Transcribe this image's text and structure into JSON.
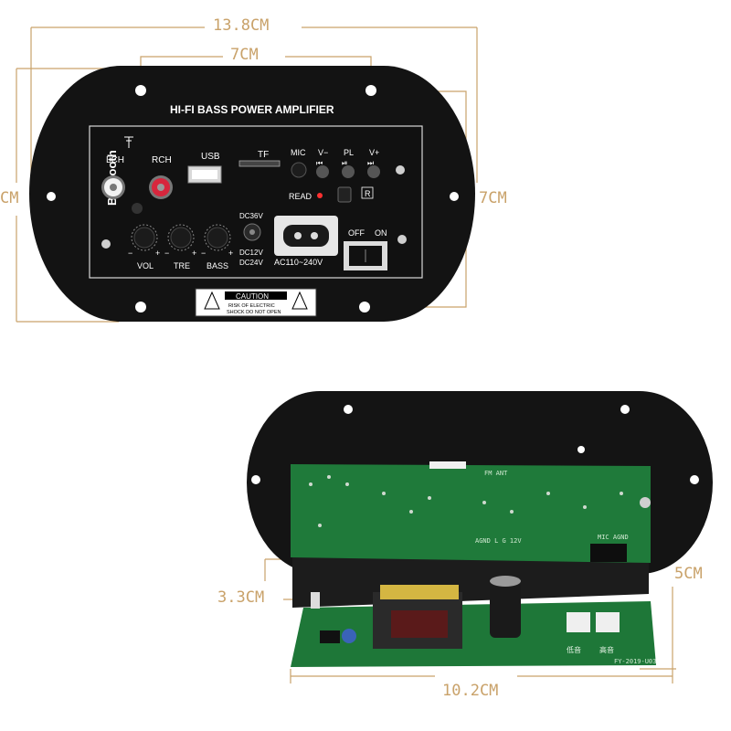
{
  "dimensions": {
    "top_width": "13.8CM",
    "hole_spacing": "7CM",
    "left_height": "CM",
    "right_height": "7CM",
    "board_depth": "3.3CM",
    "board_height": "5CM",
    "board_width": "10.2CM"
  },
  "panel": {
    "title": "HI-FI BASS POWER AMPLIFIER",
    "bluetooth_label": "Bluetooth",
    "lch": "LCH",
    "rch": "RCH",
    "usb": "USB",
    "tf": "TF",
    "mic": "MIC",
    "v_minus": "V−",
    "pl": "PL",
    "v_plus": "V+",
    "read": "READ",
    "r_badge": "R",
    "dc36": "DC36V",
    "dc12": "DC12V",
    "dc24": "DC24V",
    "ac": "AC110~240V",
    "off": "OFF",
    "on": "ON",
    "vol": "VOL",
    "tre": "TRE",
    "bass": "BASS",
    "minus": "−",
    "plus": "+",
    "caution_title": "CAUTION",
    "caution_line1": "RISK OF ELECTRIC",
    "caution_line2": "SHOCK DO NOT OPEN"
  },
  "pcb": {
    "silk1": "FM ANT",
    "silk2": "AGND L G 12V",
    "silk3": "MIC AGND",
    "silk4": "低音",
    "silk5": "高音",
    "silk6": "FY-2019-U03"
  },
  "colors": {
    "dimension": "#c9a26a",
    "panel": "#131313",
    "pcb": "#1f7a3a"
  }
}
